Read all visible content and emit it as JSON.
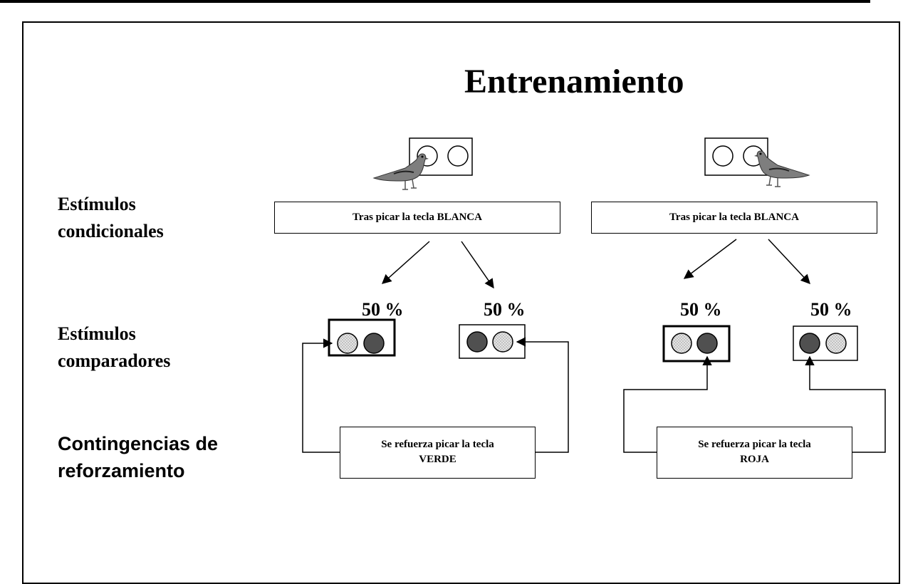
{
  "title": "Entrenamiento",
  "rows": {
    "conditional": [
      "Estímulos",
      "condicionales"
    ],
    "comparison": [
      "Estímulos",
      "comparadores"
    ],
    "contingencies": [
      "Contingencias de",
      "reforzamiento"
    ]
  },
  "sample_boxes": {
    "left": "Tras picar la tecla BLANCA",
    "right": "Tras picar la tecla BLANCA"
  },
  "percentages": [
    "50 %",
    "50 %",
    "50 %",
    "50 %"
  ],
  "reinforcement": {
    "left": [
      "Se refuerza picar la tecla",
      "VERDE"
    ],
    "right": [
      "Se refuerza picar la tecla",
      "ROJA"
    ]
  },
  "colors": {
    "dark_key": "#505050",
    "light_key": "#d6d6d6"
  }
}
